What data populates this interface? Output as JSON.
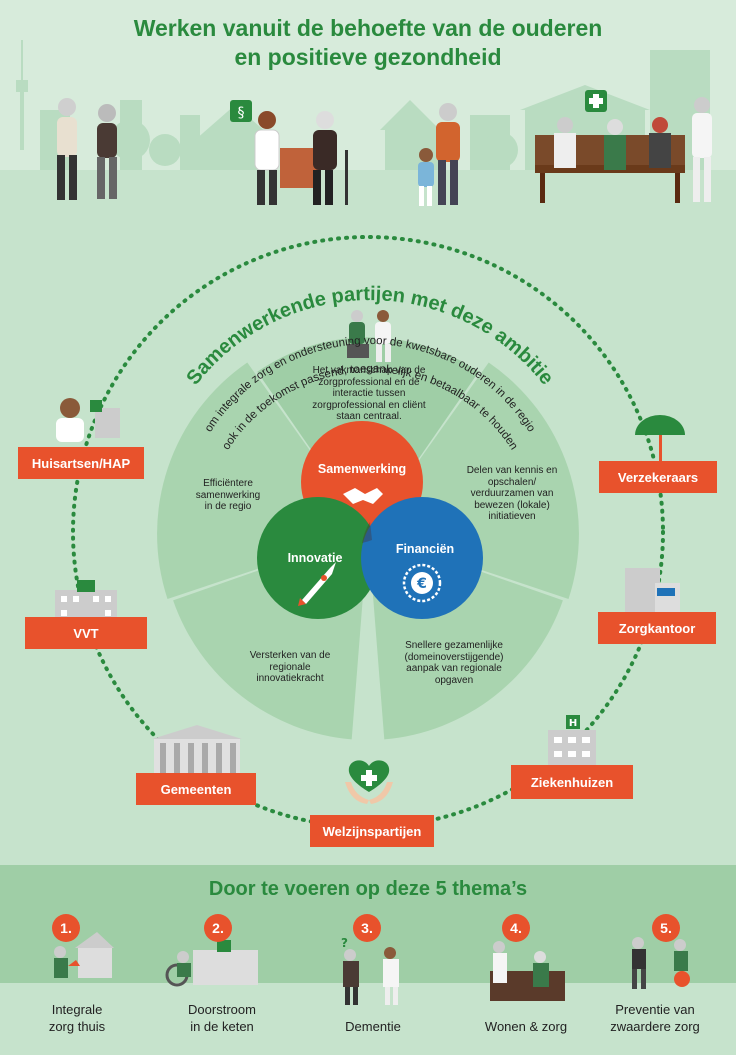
{
  "header": {
    "title_line1": "Werken vanuit de behoefte van de ouderen",
    "title_line2": "en positieve gezondheid"
  },
  "ambition": {
    "heading": "Samenwerkende partijen met deze ambitie",
    "sub_line1": "om integrale zorg en ondersteuning voor de kwetsbare ouderen in de regio",
    "sub_line2": "ook in de toekomst passend, toegankelijk en betaalbaar te houden"
  },
  "sectors": {
    "top": "Het vakmanschap van de zorgprofessional en de interactie tussen zorgprofessional en cliënt staan centraal.",
    "left": "Efficiëntere samenwerking in de regio",
    "right": "Delen van kennis en opschalen/ verduurzamen van bewezen (lokale) initiatieven",
    "bottom_left": "Versterken van de regionale innovatiekracht",
    "bottom_right": "Snellere gezamenlijke (domeinoverstijgende) aanpak van regionale opgaven"
  },
  "circles": {
    "top": "Samenwerking",
    "left": "Innovatie",
    "right": "Financiën"
  },
  "partners": {
    "huisartsen": "Huisartsen/HAP",
    "vvt": "VVT",
    "gemeenten": "Gemeenten",
    "welzijn": "Welzijnspartijen",
    "verzekeraars": "Verzekeraars",
    "zorgkantoor": "Zorgkantoor",
    "ziekenhuizen": "Ziekenhuizen"
  },
  "themes_section": {
    "title": "Door te voeren op deze 5 thema’s",
    "items": [
      {
        "num": "1.",
        "line1": "Integrale",
        "line2": "zorg thuis"
      },
      {
        "num": "2.",
        "line1": "Doorstroom",
        "line2": "in de keten"
      },
      {
        "num": "3.",
        "line1": "Dementie",
        "line2": ""
      },
      {
        "num": "4.",
        "line1": "Wonen & zorg",
        "line2": ""
      },
      {
        "num": "5.",
        "line1": "Preventie van",
        "line2": "zwaardere zorg"
      }
    ]
  },
  "colors": {
    "green": "#2a8a3e",
    "orange": "#e8522c",
    "blue": "#1f72b8",
    "light_green": "#c6e3cc",
    "sector_green": "#9fcea6"
  }
}
